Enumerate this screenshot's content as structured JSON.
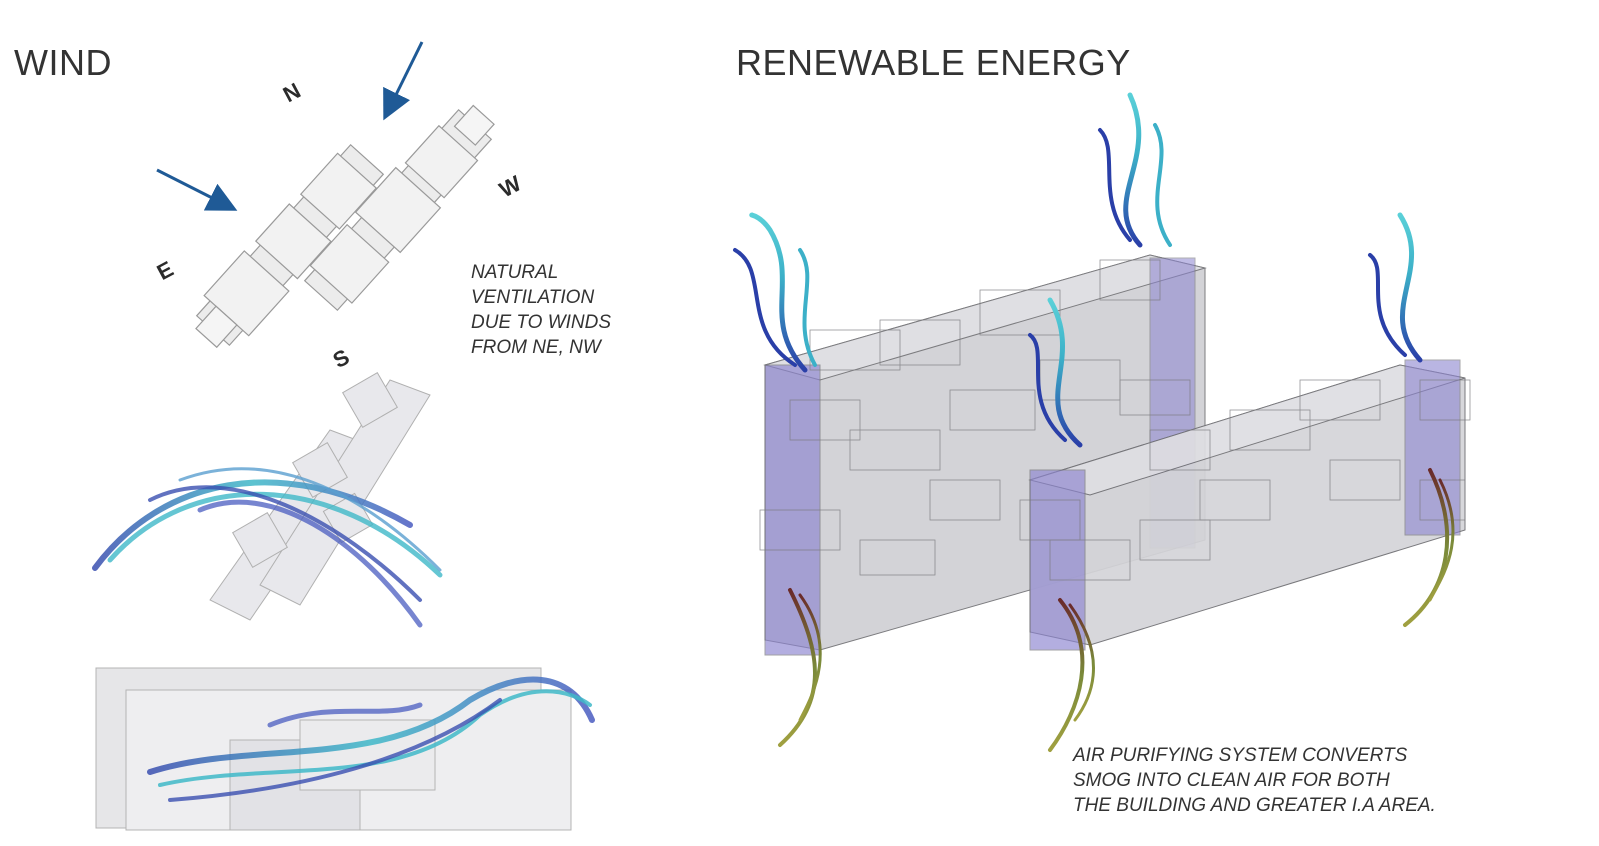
{
  "wind": {
    "title": "WIND",
    "compass": {
      "n": "N",
      "w": "W",
      "e": "E",
      "s": "S"
    },
    "note": "NATURAL\nVENTILATION\nDUE TO WINDS\nFROM NE, NW",
    "arrow_color": "#1f5a96"
  },
  "energy": {
    "title": "RENEWABLE ENERGY",
    "note": "AIR PURIFYING SYSTEM CONVERTS\nSMOG INTO CLEAN AIR FOR BOTH\nTHE BUILDING AND GREATER I.A AREA."
  },
  "colors": {
    "ribbon_blue": "#3a4fb0",
    "ribbon_teal": "#3fb8c8",
    "ribbon_green": "#7a8a3a",
    "ribbon_brown": "#8a4a2a",
    "purple_panel": "#8c84d0"
  }
}
